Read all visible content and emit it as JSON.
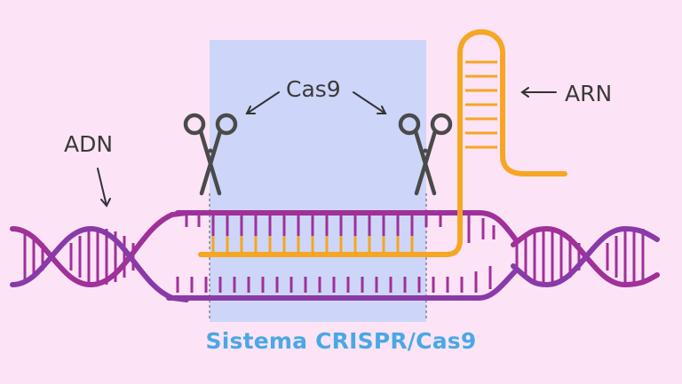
{
  "labels": {
    "cas9": "Cas9",
    "adn": "ADN",
    "arn": "ARN"
  },
  "title": "Sistema CRISPR/Cas9",
  "colors": {
    "background": "#fce4f6",
    "highlight": "#cdd6f8",
    "dna_primary": "#a0309a",
    "dna_secondary": "#c04ab0",
    "rna": "#f5a623",
    "scissors": "#4a4a4a",
    "title": "#4aa8e4",
    "text": "#3a3a3a"
  },
  "icons": [
    "scissors-icon-left",
    "scissors-icon-right"
  ]
}
